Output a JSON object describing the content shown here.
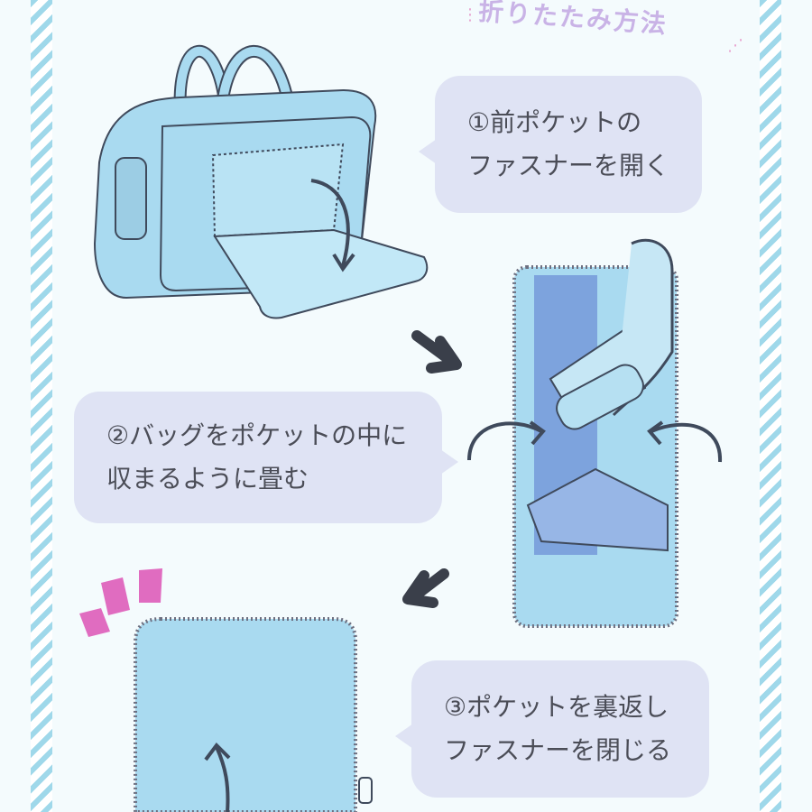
{
  "title": "折りたたみ方法",
  "steps": [
    {
      "line1": "①前ポケットの",
      "line2": "ファスナーを開く"
    },
    {
      "line1": "②バッグをポケットの中に",
      "line2": "収まるように畳む"
    },
    {
      "line1": "③ポケットを裏返し",
      "line2": "ファスナーを閉じる"
    }
  ],
  "colors": {
    "bag": "#a9daf0",
    "outline": "#3f4a5c",
    "bubble": "#dfe3f4",
    "accent_pink": "#e06cc0",
    "arrow": "#3a3f4a"
  }
}
